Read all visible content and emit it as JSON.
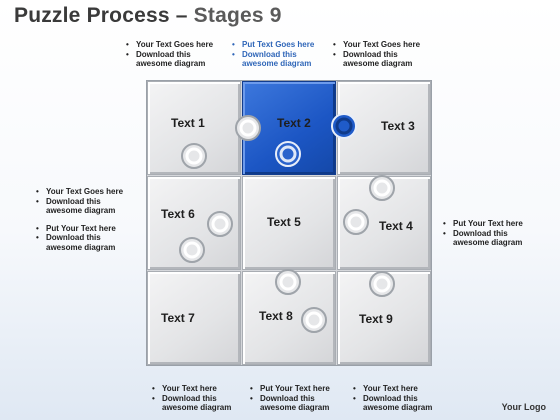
{
  "title": {
    "main": "Puzzle Process",
    "dash": " – ",
    "sub": "Stages 9"
  },
  "top_bullets": {
    "left": [
      "Your Text Goes here",
      "Download this awesome diagram"
    ],
    "center": [
      "Put Text Goes here",
      "Download this awesome diagram"
    ],
    "right": [
      "Your Text Goes here",
      "Download this awesome diagram"
    ]
  },
  "left_bullets": {
    "upper": [
      "Your Text Goes here",
      "Download this awesome diagram"
    ],
    "lower": [
      "Put Your Text here",
      "Download this awesome diagram"
    ]
  },
  "right_bullets": [
    "Put Your Text here",
    "Download this awesome diagram"
  ],
  "bottom_bullets": {
    "left": [
      "Your Text here",
      "Download this awesome diagram"
    ],
    "center": [
      "Put Your Text here",
      "Download this awesome diagram"
    ],
    "right": [
      "Your Text here",
      "Download this awesome diagram"
    ]
  },
  "pieces": [
    "Text 1",
    "Text 2",
    "Text 3",
    "Text 4",
    "Text 5",
    "Text 6",
    "Text 7",
    "Text 8",
    "Text 9"
  ],
  "highlight_piece": "Text 2",
  "colors": {
    "highlight": "#1f5bc9",
    "piece": "#e6e7e9",
    "highlight_bullets": "#2f66b8"
  },
  "logo": "Your Logo"
}
